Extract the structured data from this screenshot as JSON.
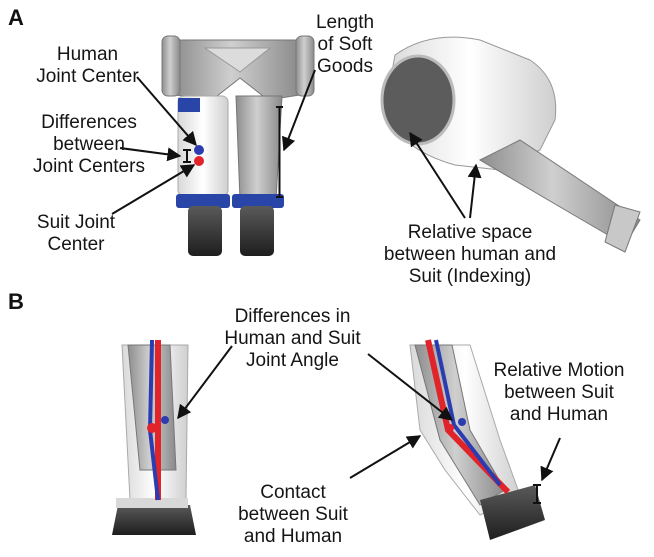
{
  "panels": {
    "a": "A",
    "b": "B"
  },
  "labels": {
    "human_joint_center": "Human\nJoint Center",
    "differences_joint_centers": "Differences\nbetween\nJoint Centers",
    "suit_joint_center": "Suit Joint\nCenter",
    "length_soft_goods": "Length\nof Soft\nGoods",
    "relative_space": "Relative space\nbetween human and\nSuit (Indexing)",
    "differences_joint_angle": "Differences in\nHuman and Suit\nJoint Angle",
    "relative_motion": "Relative Motion\nbetween Suit\nand Human",
    "contact": "Contact\nbetween Suit\nand Human"
  },
  "colors": {
    "human_joint": "#2a3cb0",
    "suit_joint": "#e0242a",
    "suit_gray": "#a9a9a9",
    "suit_white": "#efefef",
    "boot": "#2a2a2a",
    "arrow": "#111111"
  }
}
